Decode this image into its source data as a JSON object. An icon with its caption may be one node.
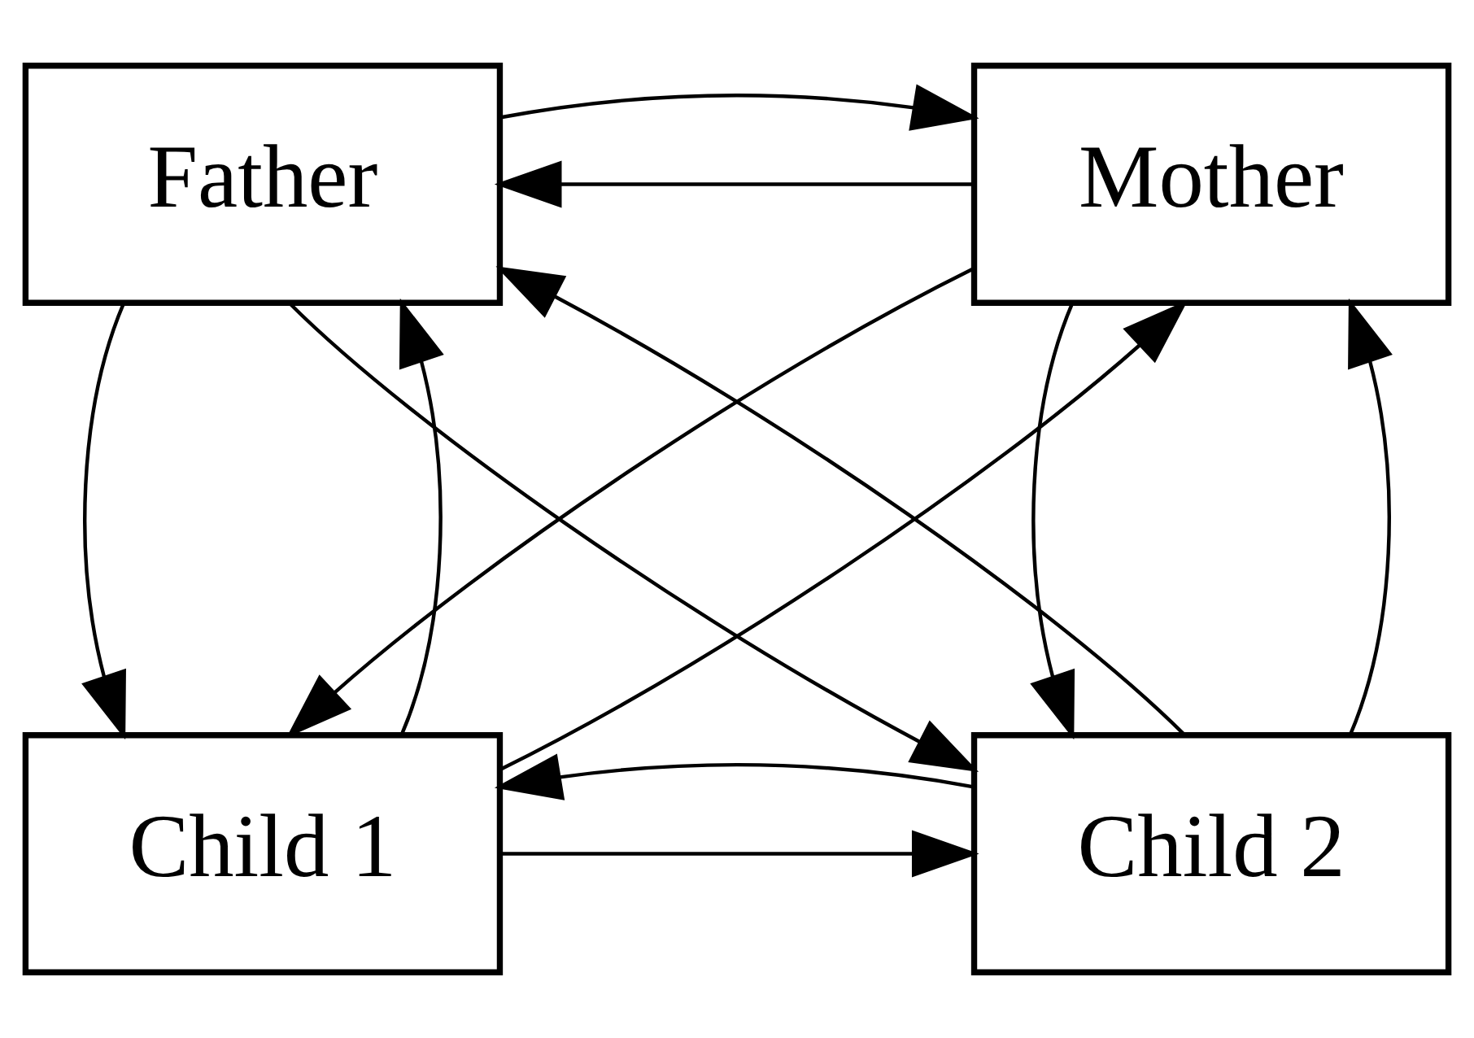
{
  "diagram": {
    "nodes": [
      {
        "text": [
          "Father"
        ]
      },
      {
        "text": [
          "Mother"
        ]
      },
      {
        "text": [
          "Child 1"
        ]
      },
      {
        "text": [
          "Child 2"
        ]
      }
    ],
    "edges": [
      {
        "from": 1,
        "to": 0,
        "arrow": "to"
      },
      {
        "from": 0,
        "to": 1,
        "arrow": "to"
      },
      {
        "from": 0,
        "to": 2,
        "arrow": "to"
      },
      {
        "from": 2,
        "to": 0,
        "arrow": "to"
      },
      {
        "from": 2,
        "to": 1,
        "arrow": "to"
      },
      {
        "from": 1,
        "to": 2,
        "arrow": "to"
      },
      {
        "from": 0,
        "to": 3,
        "arrow": "to"
      },
      {
        "from": 3,
        "to": 0,
        "arrow": "to"
      },
      {
        "from": 3,
        "to": 1,
        "arrow": "to"
      },
      {
        "from": 1,
        "to": 3,
        "arrow": "to"
      },
      {
        "from": 2,
        "to": 3,
        "arrow": "to"
      },
      {
        "from": 3,
        "to": 2,
        "arrow": "to"
      }
    ]
  }
}
